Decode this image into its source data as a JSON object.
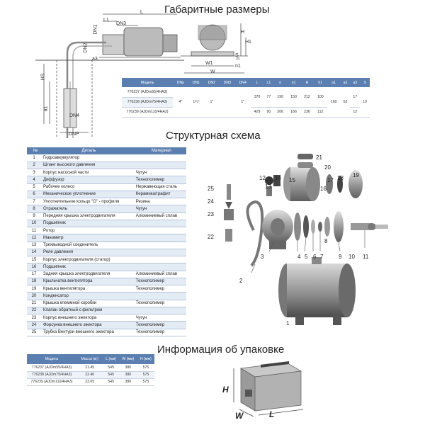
{
  "dimensions": {
    "title": "Габаритные размеры",
    "diagram_labels": {
      "l": "L",
      "l1": "L1",
      "dn3": "DN3",
      "dn1": "DN1",
      "dn2": "DN2",
      "a3": "a3",
      "hs": "HS",
      "a1": "a1",
      "dn4": "DN4",
      "dnp": "DNP",
      "h": "H",
      "h1": "H1",
      "s": "S",
      "n": "n",
      "n1": "n1",
      "w1": "W1",
      "w": "W"
    },
    "columns": [
      "Модель",
      "DNp",
      "DN1",
      "DN2",
      "DN3",
      "DN4",
      "L",
      "L1",
      "n",
      "n1",
      "H",
      "h1",
      "a1",
      "a2",
      "a3",
      "S"
    ],
    "rows": [
      {
        "model": "776237 (AJDm55/4HA3)",
        "L": "370",
        "L1": "77",
        "n": "190",
        "n1": "150",
        "H": "212",
        "h1": "100",
        "a3": "17"
      },
      {
        "model": "776238 (AJDm75/4HA3)",
        "L": "",
        "L1": "",
        "n": "",
        "n1": "",
        "H": "",
        "h1": "",
        "a3": ""
      },
      {
        "model": "776239 (AJDm110/4HA3)",
        "L": "429",
        "L1": "90",
        "n": "206",
        "n1": "166",
        "H": "236",
        "h1": "112",
        "a3": "12"
      }
    ],
    "shared": {
      "DNp": "4\"",
      "DN1": "1¼\"",
      "DN2": "1\"",
      "DN3": "",
      "DN4": "1\"",
      "a1": "160",
      "a2": "53",
      "S": "10"
    }
  },
  "structure": {
    "title": "Структурная схема",
    "columns": [
      "№",
      "Деталь",
      "Материал"
    ],
    "parts": [
      {
        "no": "1",
        "name": "Гидроаккумулятор",
        "material": ""
      },
      {
        "no": "2",
        "name": "Шланг высокого давления",
        "material": ""
      },
      {
        "no": "3",
        "name": "Корпус насосной части",
        "material": "Чугун"
      },
      {
        "no": "4",
        "name": "Диффузор",
        "material": "Технополимер"
      },
      {
        "no": "5",
        "name": "Рабочее колесо",
        "material": "Нержавеющая сталь"
      },
      {
        "no": "6",
        "name": "Механическое уплотнение",
        "material": "Керамика/графит"
      },
      {
        "no": "7",
        "name": "Уплотнительное кольцо \"О\" - профиля",
        "material": "Резина"
      },
      {
        "no": "8",
        "name": "Отражатель",
        "material": "Чугун"
      },
      {
        "no": "9",
        "name": "Передняя крышка электродвигателя",
        "material": "Алюминиевый сплав"
      },
      {
        "no": "10",
        "name": "Подшипник",
        "material": ""
      },
      {
        "no": "11",
        "name": "Ротор",
        "material": ""
      },
      {
        "no": "12",
        "name": "Манометр",
        "material": ""
      },
      {
        "no": "13",
        "name": "Трехвыводной соединитель",
        "material": ""
      },
      {
        "no": "14",
        "name": "Реле давления",
        "material": ""
      },
      {
        "no": "15",
        "name": "Корпус электродвигателя (статор)",
        "material": ""
      },
      {
        "no": "16",
        "name": "Подшипник",
        "material": ""
      },
      {
        "no": "17",
        "name": "Задняя крышка электродвигателя",
        "material": "Алюминиевый сплав"
      },
      {
        "no": "18",
        "name": "Крыльчатка вентилятора",
        "material": "Технополимер"
      },
      {
        "no": "19",
        "name": "Крышка вентилятора",
        "material": "Технополимер"
      },
      {
        "no": "20",
        "name": "Конденсатор",
        "material": ""
      },
      {
        "no": "21",
        "name": "Крышка клеммной коробки",
        "material": "Технополимер"
      },
      {
        "no": "22",
        "name": "Клапан обратный с фильтром",
        "material": ""
      },
      {
        "no": "23",
        "name": "Корпус внешнего эжектора",
        "material": "Чугун"
      },
      {
        "no": "24",
        "name": "Форсунка внешнего эжектора",
        "material": "Технополимер"
      },
      {
        "no": "25",
        "name": "Трубка Вентури внешнего эжектора",
        "material": "Технополимер"
      }
    ],
    "callouts": [
      "1",
      "2",
      "3",
      "4",
      "5",
      "6",
      "7",
      "8",
      "9",
      "10",
      "11",
      "12",
      "13",
      "14",
      "15",
      "16",
      "17",
      "18",
      "19",
      "20",
      "21",
      "22",
      "23",
      "24",
      "25"
    ]
  },
  "packaging": {
    "title": "Информация об упаковке",
    "columns": [
      "Модель",
      "Масса (кг)",
      "L (мм)",
      "W (мм)",
      "H (мм)"
    ],
    "rows": [
      {
        "model": "776237 (AJDm55/4HA3)",
        "mass": "21.45",
        "L": "545",
        "W": "380",
        "H": "575"
      },
      {
        "model": "776238 (AJDm75/4HA3)",
        "mass": "22.40",
        "L": "545",
        "W": "380",
        "H": "575"
      },
      {
        "model": "776239 (AJDm110/4HA3)",
        "mass": "23.05",
        "L": "545",
        "W": "380",
        "H": "575"
      }
    ],
    "box_labels": {
      "h": "H",
      "w": "W",
      "l": "L"
    }
  },
  "colors": {
    "header_blue": "#5b7fb0",
    "row_stripe": "#e3ebf5"
  }
}
